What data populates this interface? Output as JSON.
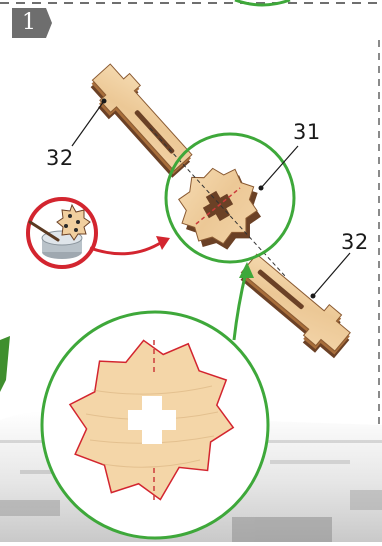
{
  "step": {
    "number": "1"
  },
  "labels": {
    "part_a_top": "32",
    "part_b": "31",
    "part_a_right": "32"
  },
  "colors": {
    "wood": "#f1cf9f",
    "wood_edge": "#6b4126",
    "wood_mid": "#a86e3b",
    "callout_green": "#3ea83a",
    "arrow_red": "#d3252f",
    "cut_line": "#cc3b3b",
    "badge": "#6e6e6e"
  },
  "icons": {
    "glue": "glue-pot-icon",
    "step": "step-badge"
  }
}
